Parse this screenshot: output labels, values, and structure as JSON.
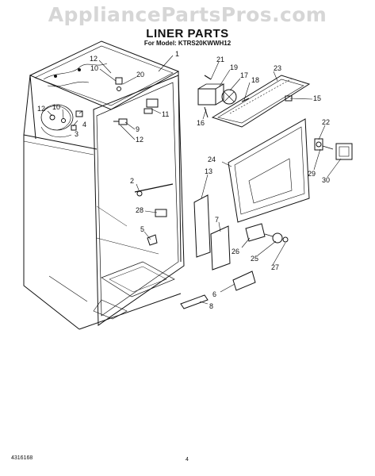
{
  "watermark": "AppliancePartsPros.com",
  "title": "LINER PARTS",
  "model_line": "For Model: KTRS20KWWH12",
  "callouts": [
    "1",
    "12",
    "10",
    "20",
    "11",
    "9",
    "12",
    "12",
    "10",
    "3",
    "4",
    "2",
    "28",
    "5",
    "21",
    "19",
    "18",
    "17",
    "16",
    "23",
    "15",
    "22",
    "29",
    "30",
    "24",
    "13",
    "7",
    "26",
    "25",
    "27",
    "6",
    "8"
  ],
  "footer": {
    "catalog_number": "4316168",
    "page_number": "4"
  }
}
